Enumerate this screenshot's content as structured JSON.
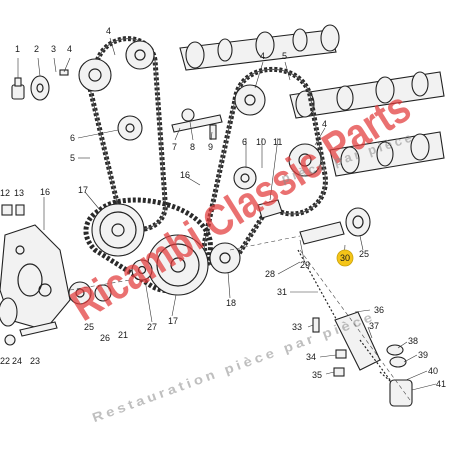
{
  "watermark": {
    "brand": "Ricambi Classic Parts",
    "tagline_top": "pièce par pièce",
    "tagline_bottom": "Restauration pièce par pièce"
  },
  "highlight": {
    "part": "30",
    "color": "#f5c518"
  },
  "colors": {
    "watermark_red": "#e23a3a",
    "line_ink": "#222222"
  },
  "callouts": [
    "1",
    "2",
    "3",
    "4",
    "4",
    "5",
    "6",
    "7",
    "8",
    "9",
    "10",
    "11",
    "5",
    "6",
    "4",
    "12",
    "13",
    "16",
    "17",
    "16",
    "22",
    "24",
    "23",
    "25",
    "26",
    "21",
    "27",
    "17",
    "18",
    "28",
    "31",
    "29",
    "30",
    "25",
    "36",
    "37",
    "38",
    "39",
    "40",
    "41",
    "33",
    "34",
    "35"
  ]
}
